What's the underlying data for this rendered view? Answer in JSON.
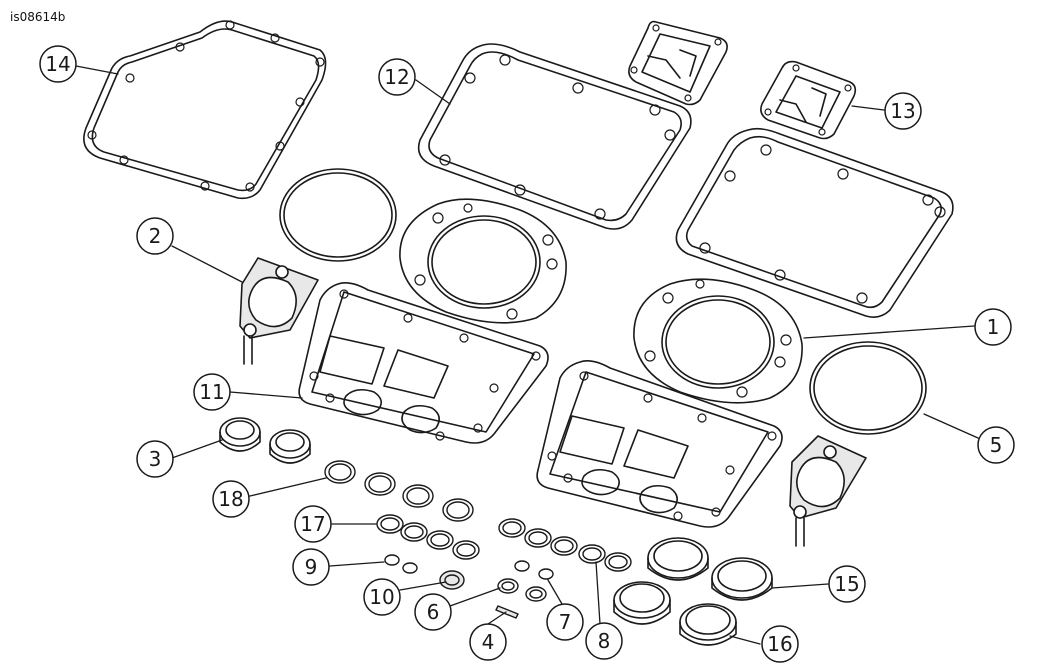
{
  "figure_id": "is08614b",
  "callouts": [
    {
      "label": "1"
    },
    {
      "label": "2"
    },
    {
      "label": "3"
    },
    {
      "label": "4"
    },
    {
      "label": "5"
    },
    {
      "label": "6"
    },
    {
      "label": "7"
    },
    {
      "label": "8"
    },
    {
      "label": "9"
    },
    {
      "label": "10"
    },
    {
      "label": "11"
    },
    {
      "label": "12"
    },
    {
      "label": "13"
    },
    {
      "label": "14"
    },
    {
      "label": "15"
    },
    {
      "label": "16"
    },
    {
      "label": "17"
    },
    {
      "label": "18"
    }
  ],
  "colors": {
    "line": "#1a1a1a",
    "fill": "#ffffff",
    "shade": "#e8e8e8"
  }
}
